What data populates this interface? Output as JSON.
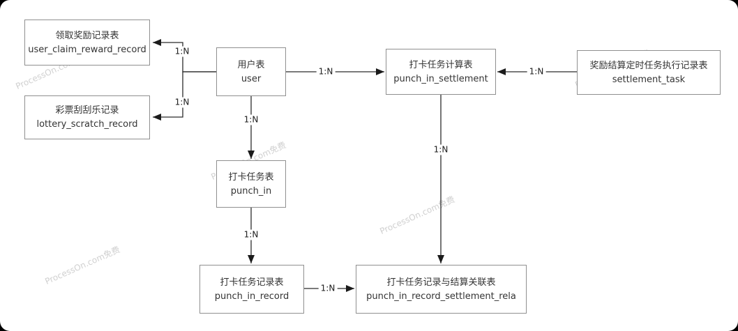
{
  "diagram": {
    "entities": [
      {
        "title": "领取奖励记录表",
        "table": "user_claim_reward_record"
      },
      {
        "title": "彩票刮刮乐记录",
        "table": "lottery_scratch_record"
      },
      {
        "title": "用户表",
        "table": "user"
      },
      {
        "title": "打卡任务计算表",
        "table": "punch_in_settlement"
      },
      {
        "title": "奖励结算定时任务执行记录表",
        "table": "settlement_task"
      },
      {
        "title": "打卡任务表",
        "table": "punch_in"
      },
      {
        "title": "打卡任务记录表",
        "table": "punch_in_record"
      },
      {
        "title": "打卡任务记录与结算关联表",
        "table": "punch_in_record_settlement_rela"
      }
    ],
    "relations": [
      {
        "from": "user",
        "to": "user_claim_reward_record",
        "label": "1:N"
      },
      {
        "from": "user",
        "to": "lottery_scratch_record",
        "label": "1:N"
      },
      {
        "from": "user",
        "to": "punch_in_settlement",
        "label": "1:N"
      },
      {
        "from": "settlement_task",
        "to": "punch_in_settlement",
        "label": "1:N"
      },
      {
        "from": "user",
        "to": "punch_in",
        "label": "1:N"
      },
      {
        "from": "punch_in_settlement",
        "to": "punch_in_record_settlement_rela",
        "label": "1:N"
      },
      {
        "from": "punch_in",
        "to": "punch_in_record",
        "label": "1:N"
      },
      {
        "from": "punch_in_record",
        "to": "punch_in_record_settlement_rela",
        "label": "1:N"
      }
    ],
    "watermark": "ProcessOn.com免费",
    "colors": {
      "background": "#ffffff",
      "box_border": "#8f8f8f",
      "line": "#2b2b2b",
      "text": "#333333"
    }
  }
}
